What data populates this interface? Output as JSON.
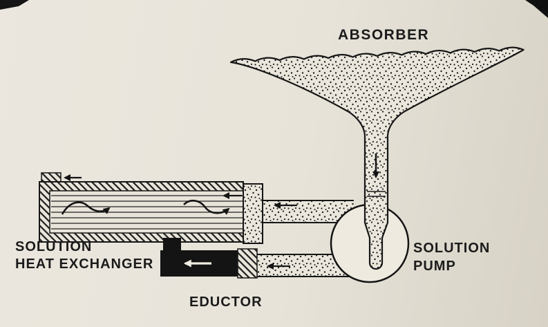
{
  "figure": {
    "type": "schematic-diagram",
    "labels": {
      "absorber": "ABSORBER",
      "heat_exchanger_line1": "SOLUTION",
      "heat_exchanger_line2": "HEAT EXCHANGER",
      "eductor": "EDUCTOR",
      "pump_line1": "SOLUTION",
      "pump_line2": "PUMP"
    },
    "colors": {
      "paper": "#e7e3d9",
      "paper_shade": "#d7d2c5",
      "ink": "#1b1b1b",
      "highlight": "#f0ede4"
    }
  }
}
